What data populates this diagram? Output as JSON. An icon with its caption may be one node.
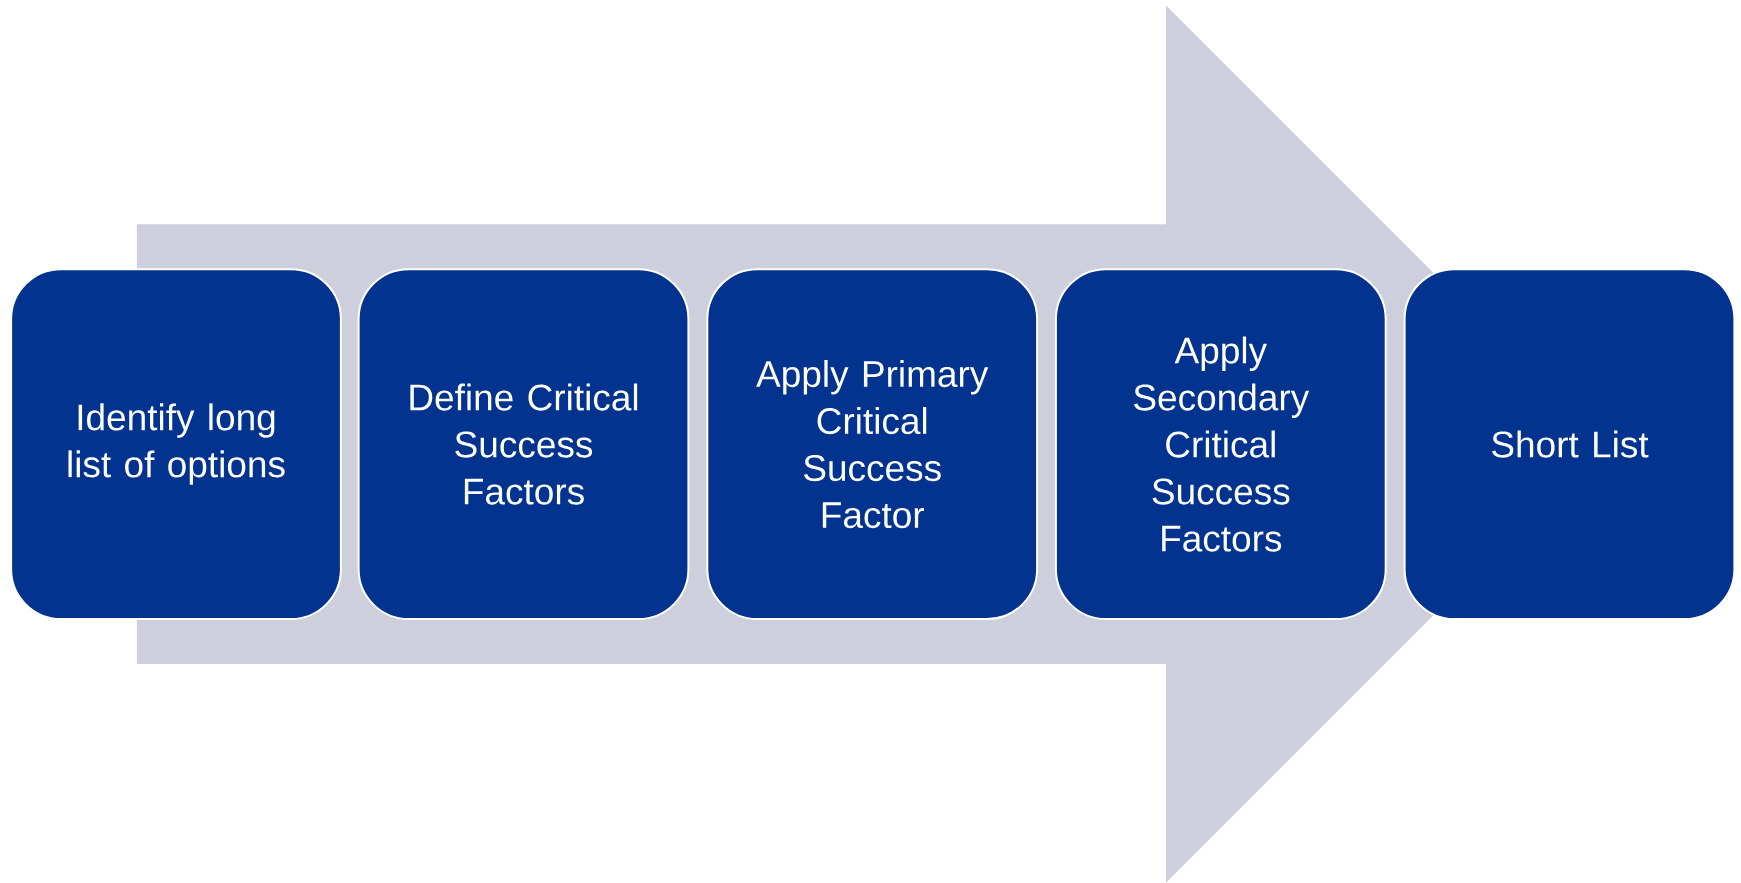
{
  "diagram": {
    "nodes": [
      {
        "text": [
          "Identify long list of options"
        ]
      },
      {
        "text": [
          "Define Critical Success Factors"
        ]
      },
      {
        "text": [
          "Apply Primary Critical Success Factor"
        ]
      },
      {
        "text": [
          "Apply Secondary Critical Success Factors"
        ]
      },
      {
        "text": [
          "Short List"
        ]
      }
    ],
    "edges": [
      {
        "from": 0,
        "to": 4,
        "arrow": "to"
      }
    ]
  }
}
